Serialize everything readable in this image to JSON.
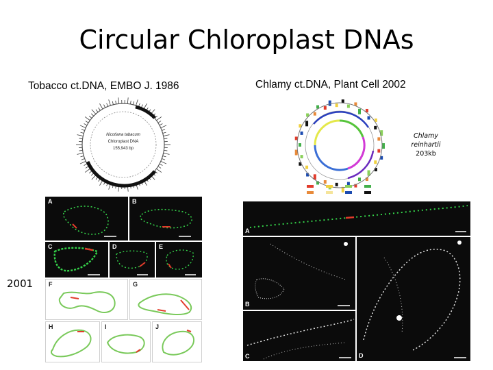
{
  "slide": {
    "title": "Circular Chloroplast DNAs",
    "left_caption": "Tobacco ct.DNA, EMBO J. 1986",
    "right_caption": "Chlamy ct.DNA, Plant Cell 2002",
    "year_label": "2001",
    "chlamy_note": [
      "Chlamy",
      "reinhartii",
      "203kb"
    ]
  },
  "tobacco_map": {
    "center_lines": [
      "Nicotiana tabacum",
      "Chloroplast DNA",
      "155,943 bp"
    ]
  },
  "fluorescence_panels_left": [
    "A",
    "B",
    "C",
    "D",
    "E",
    "F",
    "G",
    "H",
    "I",
    "J"
  ],
  "fluorescence_panels_right": [
    "A",
    "B",
    "C",
    "D"
  ],
  "colors": {
    "green_signal": "#35d44a",
    "red_signal": "#e23b2b",
    "trace_outline": "#79c95a",
    "panel_bg": "#0b0b0b"
  }
}
